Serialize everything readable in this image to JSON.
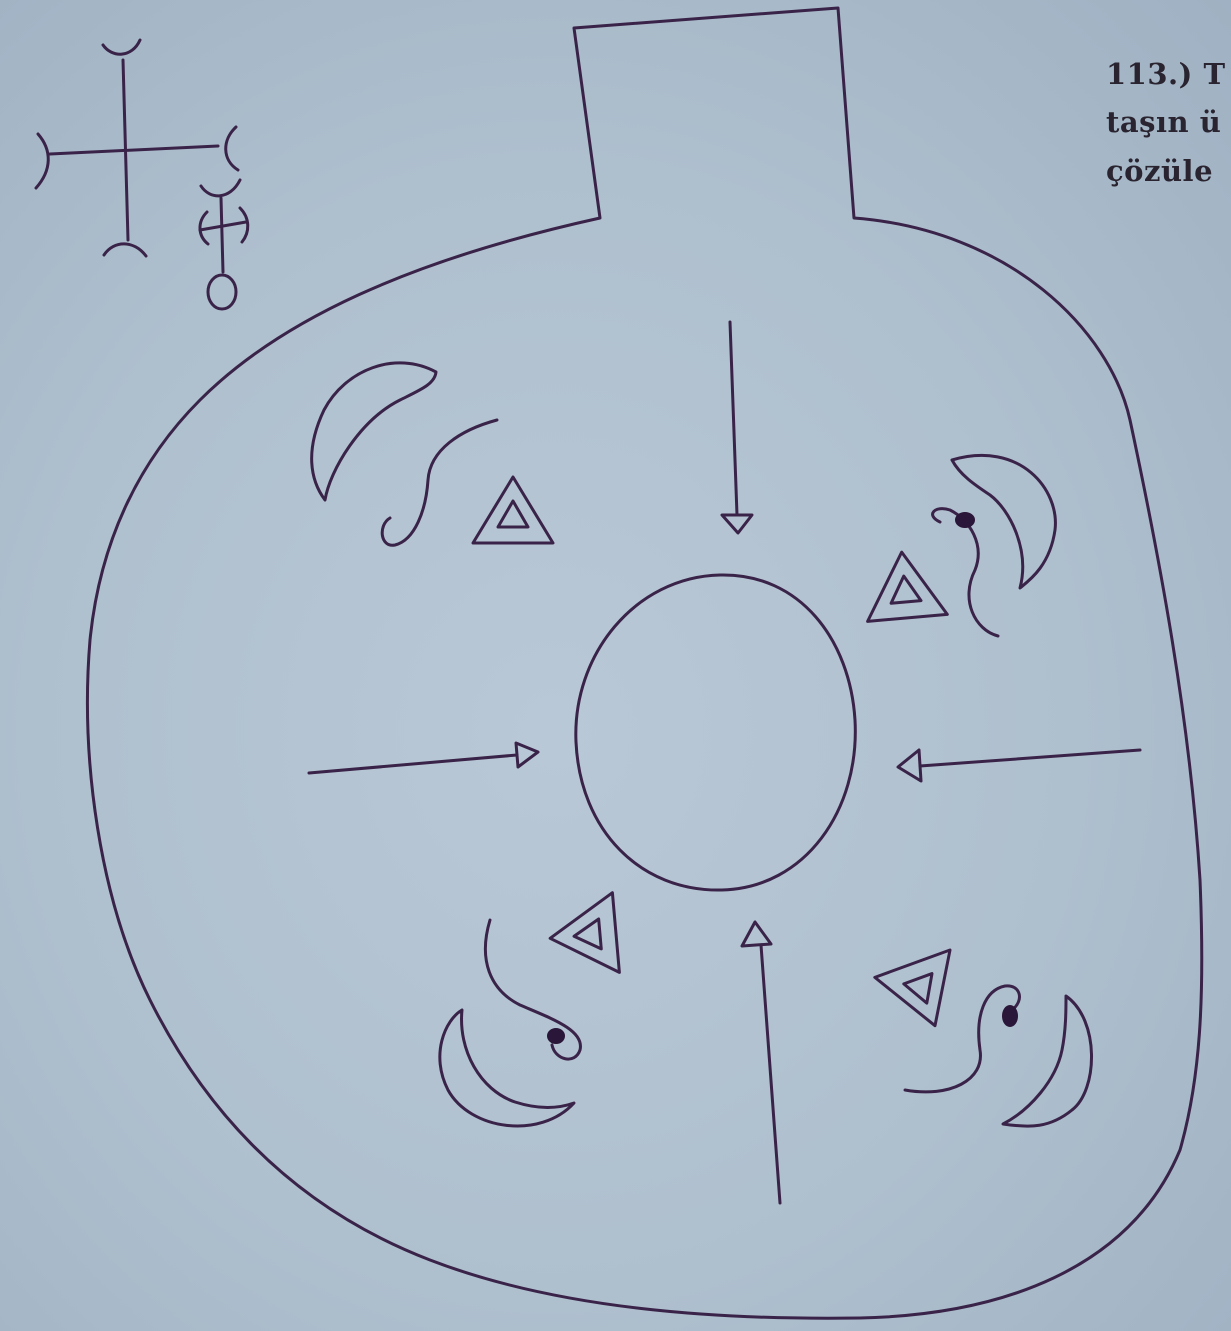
{
  "caption": {
    "line1": "113.) T",
    "line2": "taşın ü",
    "line3": "çözüle"
  },
  "colors": {
    "paper": "#aebfce",
    "ink": "#3a2348",
    "text": "#2a2430"
  },
  "figure": {
    "shapes": [
      "talisman-outline",
      "center-circle",
      "arrow-top",
      "arrow-bottom",
      "arrow-left",
      "arrow-right",
      "crescent",
      "spiral-tail",
      "nested-triangle",
      "cross-sigil",
      "stick-sigil"
    ]
  }
}
